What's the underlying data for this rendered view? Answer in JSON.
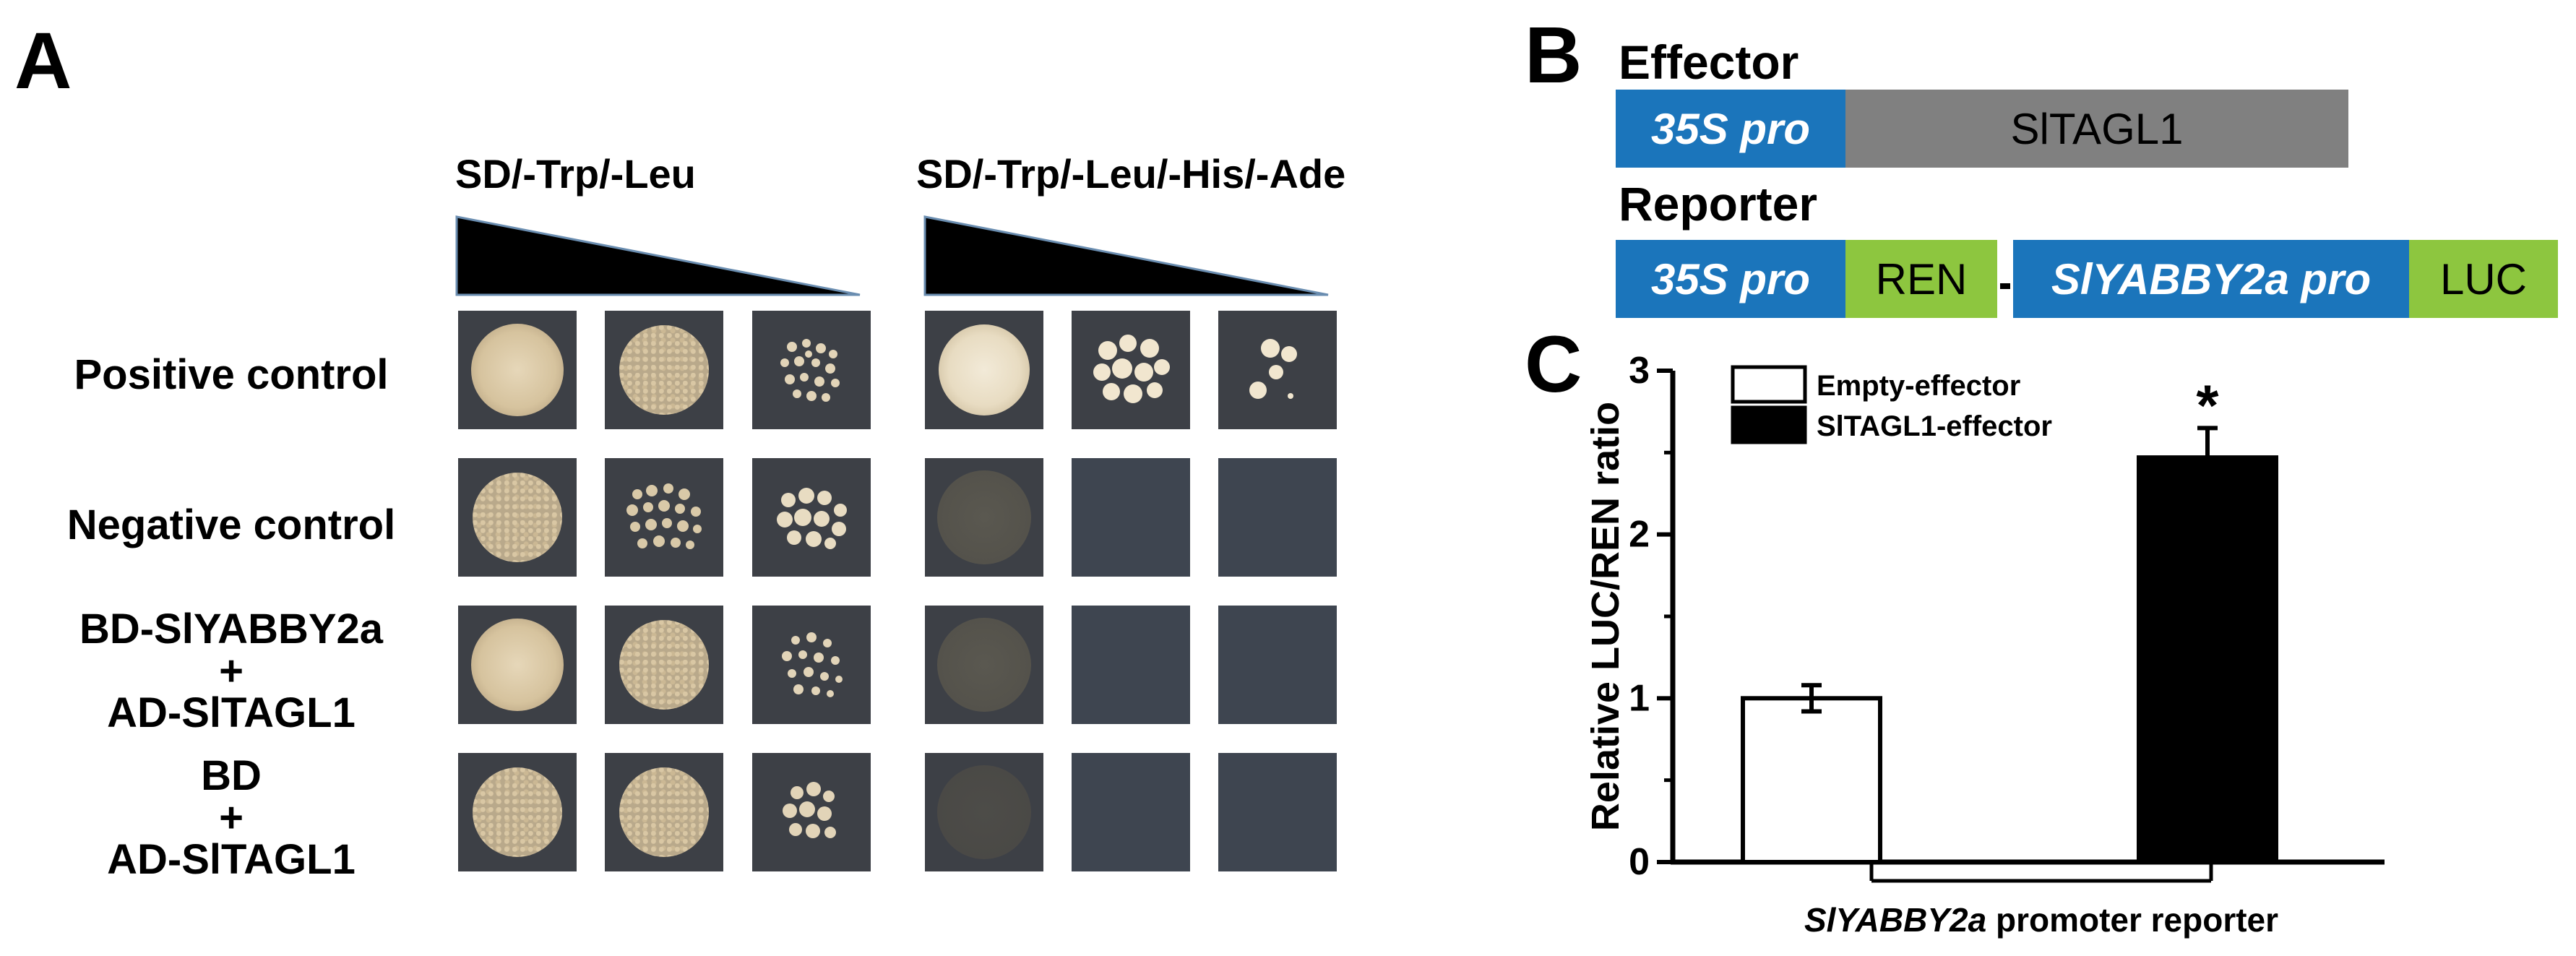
{
  "panels": {
    "a": "A",
    "b": "B",
    "c": "C"
  },
  "panel_a": {
    "headers": [
      "SD/-Trp/-Leu",
      "SD/-Trp/-Leu/-His/-Ade"
    ],
    "rows": [
      {
        "lines": [
          "Positive control"
        ]
      },
      {
        "lines": [
          "Negative control"
        ]
      },
      {
        "lines": [
          "BD-SlYABBY2a",
          "+",
          "AD-SlTAGL1"
        ]
      },
      {
        "lines": [
          "BD",
          "+",
          "AD-SlTAGL1"
        ]
      }
    ]
  },
  "panel_b": {
    "effector_title": "Effector",
    "reporter_title": "Reporter",
    "effector": {
      "promoter": "35S pro",
      "gene": "SlTAGL1"
    },
    "reporter": {
      "promoter": "35S pro",
      "ren": "REN",
      "target_promoter": "SlYABBY2a pro",
      "luc": "LUC"
    },
    "colors": {
      "promoter": "#1b75bb",
      "gene": "#808080",
      "reporter_gene": "#8dc63f"
    }
  },
  "chart_data": {
    "type": "bar",
    "categories": [
      "SlYABBY2a promoter reporter"
    ],
    "xlabel_italic": "SlYABBY2a",
    "xlabel_rest": " promoter reporter",
    "ylabel": "Relative LUC/REN ratio",
    "ylim": [
      0,
      3
    ],
    "yticks": [
      "0",
      "1",
      "2",
      "3"
    ],
    "series": [
      {
        "name": "Empty-effector",
        "value": 1.0,
        "error": 0.08,
        "color": "#ffffff"
      },
      {
        "name": "SlTAGL1-effector",
        "value": 2.47,
        "error": 0.18,
        "color": "#000000",
        "annotation": "*"
      }
    ],
    "legend": "top-left"
  }
}
